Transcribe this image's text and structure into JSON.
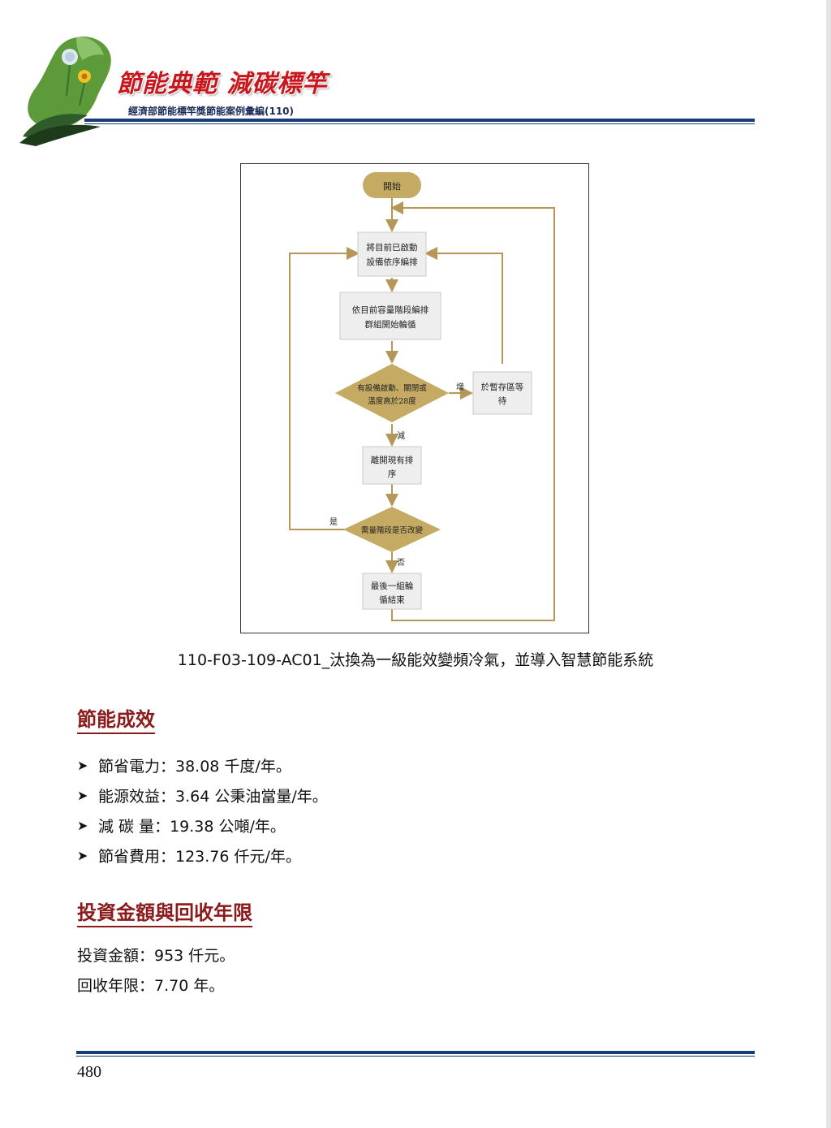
{
  "header": {
    "title": "節能典範 減碳標竿",
    "subtitle": "經濟部節能標竿獎節能案例彙編(110)"
  },
  "flowchart": {
    "start": "開始",
    "step1": [
      "將目前已啟動",
      "設備依序編排"
    ],
    "step2": [
      "依目前容量階段編排",
      "群組開始輪循"
    ],
    "decision1": [
      "有設備啟動、關閉或",
      "溫度高於28度"
    ],
    "branch_increase": "增",
    "wait": [
      "於暫存區等",
      "待"
    ],
    "branch_decrease": "減",
    "leave": [
      "離開現有排",
      "序"
    ],
    "decision2": "需量階段是否改變",
    "branch_yes": "是",
    "branch_no": "否",
    "end": [
      "最後一組輪",
      "循結束"
    ]
  },
  "caption": "110-F03-109-AC01_汰換為一級能效變頻冷氣，並導入智慧節能系統",
  "section1": {
    "heading": "節能成效",
    "items": [
      "節省電力：38.08 千度/年。",
      "能源效益：3.64 公秉油當量/年。",
      "減 碳 量：19.38 公噸/年。",
      "節省費用：123.76 仟元/年。"
    ]
  },
  "section2": {
    "heading": "投資金額與回收年限",
    "investment": "投資金額：953 仟元。",
    "payback": "回收年限：7.70 年。"
  },
  "page_number": "480",
  "colors": {
    "brand_red": "#c8161d",
    "heading_red": "#8b1a1a",
    "rule_blue": "#1a3a78",
    "flow_gold": "#c4aa63",
    "flow_box": "#eeeeee",
    "flow_line": "#b5975a"
  }
}
